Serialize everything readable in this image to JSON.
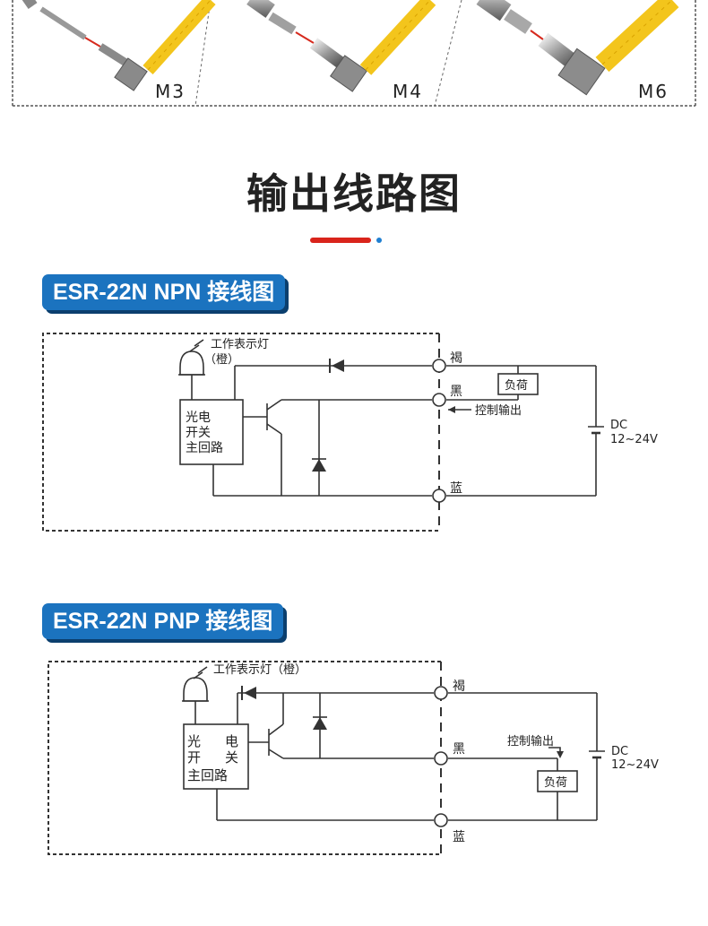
{
  "sensor_models": [
    {
      "label": "M3"
    },
    {
      "label": "M4"
    },
    {
      "label": "M6"
    }
  ],
  "section": {
    "title": "输出线路图"
  },
  "diagrams": {
    "npn": {
      "title": "ESR-22N NPN 接线图",
      "indicator_label": "工作表示灯",
      "indicator_color": "（橙）",
      "circuit_label_lines": [
        "光电",
        "开关",
        "主回路"
      ],
      "wire_brown": "褐",
      "wire_black": "黑",
      "wire_blue": "蓝",
      "load_label": "负荷",
      "control_output": "控制输出",
      "supply_dc": "DC",
      "supply_voltage": "12~24V"
    },
    "pnp": {
      "title": "ESR-22N PNP 接线图",
      "indicator_label": "工作表示灯（橙）",
      "circuit_label_lines": [
        "光",
        "电",
        "开",
        "关",
        "主回路"
      ],
      "wire_brown": "褐",
      "wire_black": "黑",
      "wire_blue": "蓝",
      "load_label": "负荷",
      "control_output": "控制输出",
      "supply_dc": "DC",
      "supply_voltage": "12~24V"
    }
  },
  "colors": {
    "badge_bg": "#1b73bf",
    "accent_red": "#d9241b",
    "accent_blue": "#1f7fd1",
    "cable_yellow": "#f3c51c",
    "line": "#333333"
  }
}
